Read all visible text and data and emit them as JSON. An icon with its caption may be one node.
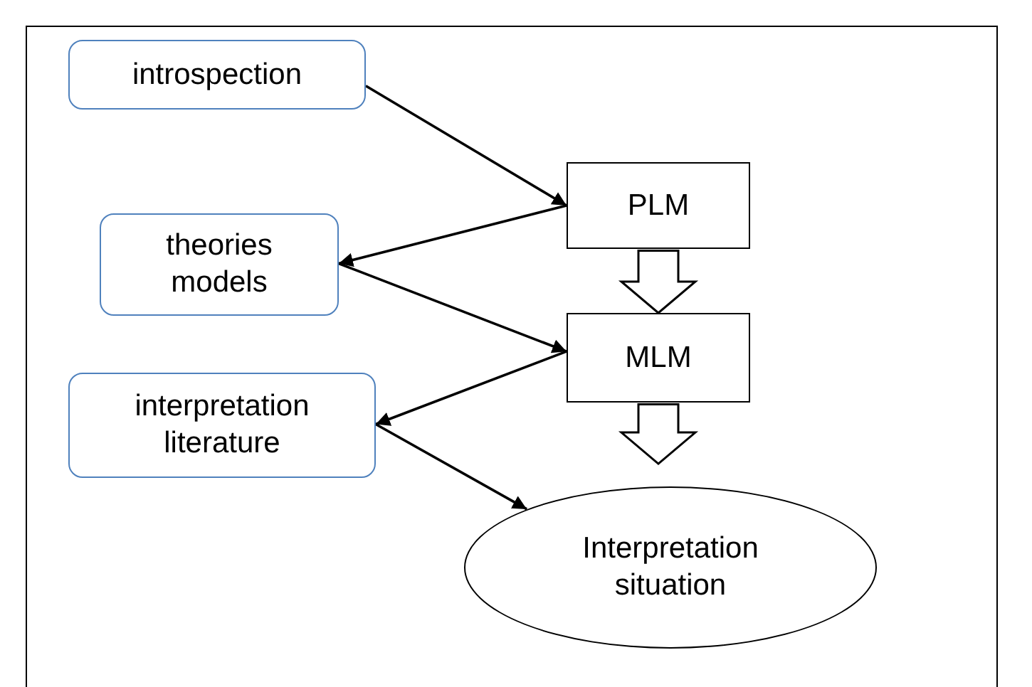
{
  "diagram": {
    "nodes": [
      {
        "text": [
          "introspection"
        ]
      },
      {
        "text": [
          "PLM"
        ]
      },
      {
        "text": [
          "theories models"
        ]
      },
      {
        "text": [
          "MLM"
        ]
      },
      {
        "text": [
          "interpretation literature"
        ]
      },
      {
        "text": [
          "Interpretation situation"
        ]
      }
    ],
    "edges": [
      {
        "from": 0,
        "to": 1,
        "arrow": "to"
      },
      {
        "from": 1,
        "to": 2,
        "arrow": "to"
      },
      {
        "from": 2,
        "to": 3,
        "arrow": "to"
      },
      {
        "from": 3,
        "to": 4,
        "arrow": "to"
      },
      {
        "from": 4,
        "to": 5,
        "arrow": "to"
      },
      {
        "from": 1,
        "to": 3,
        "arrow": "to",
        "style": "thick"
      },
      {
        "from": 3,
        "to": 5,
        "arrow": "to",
        "style": "thick"
      }
    ]
  }
}
